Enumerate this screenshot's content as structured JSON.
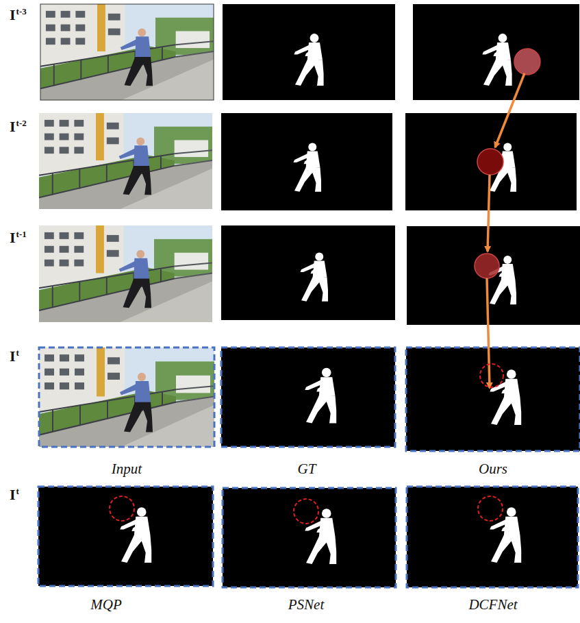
{
  "diagram": {
    "labels": [
      "It-3",
      "It-2",
      "It-1",
      "It",
      "Input",
      "GT",
      "Ours",
      "It",
      "MQP",
      "PSNet",
      "DCFNet"
    ]
  }
}
